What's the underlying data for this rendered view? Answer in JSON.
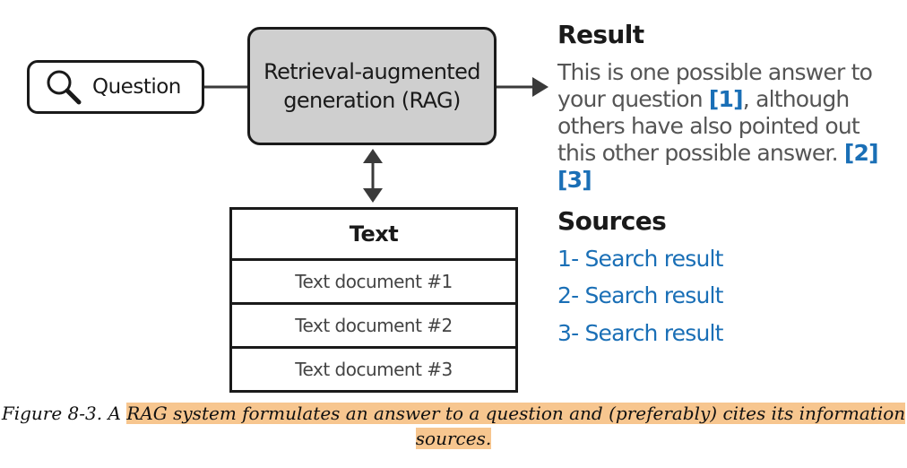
{
  "question_box": {
    "label": "Question",
    "icon": "search-icon"
  },
  "rag_box": {
    "line1": "Retrieval-augmented",
    "line2": "generation (RAG)"
  },
  "text_store": {
    "header": "Text",
    "rows": [
      "Text document #1",
      "Text document #2",
      "Text document #3"
    ]
  },
  "result": {
    "heading": "Result",
    "text_before": "This is one possible answer to your question ",
    "cite1": "[1]",
    "text_middle": ", although others have also pointed out this other possible answer. ",
    "cite2": "[2][3]"
  },
  "sources": {
    "heading": "Sources",
    "items": [
      "1- Search result",
      "2- Search result",
      "3- Search result"
    ]
  },
  "caption": {
    "prefix": "Figure 8-3. A ",
    "highlight_line1": "RAG system formulates an answer to a question and (preferably) cites its information",
    "highlight_line2": "sources."
  },
  "colors": {
    "citation": "#1a6fb6",
    "rag_fill": "#cfcfcf",
    "highlight": "#f7c68f"
  }
}
